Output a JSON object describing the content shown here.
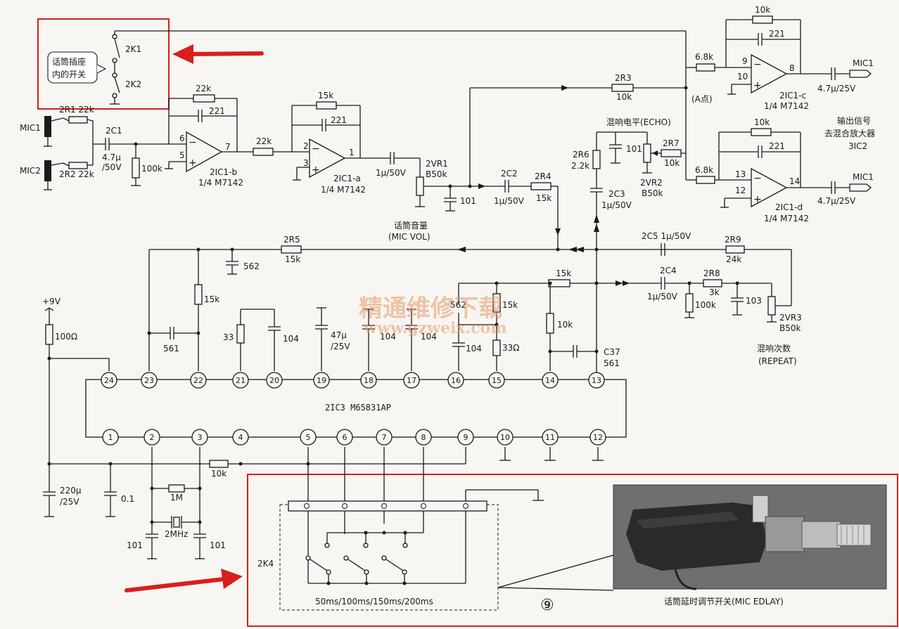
{
  "callout": {
    "text_line1": "话筒插座",
    "text_line2": "内的开关",
    "sw1": "2K1",
    "sw2": "2K2"
  },
  "mic_inputs": {
    "mic1": "MIC1",
    "mic2": "MIC2",
    "r1": "2R1 22k",
    "r2": "2R2 22k",
    "c1": "2C1",
    "c1_val": "4.7μ",
    "c1_val2": "/50V",
    "r_100k": "100k"
  },
  "op_b": {
    "name": "2IC1-b",
    "part": "1/4 M7142",
    "pin_plus": "5",
    "pin_minus": "6",
    "pin_out": "7",
    "r_fb": "22k",
    "c_fb": "221",
    "r_series": "22k"
  },
  "op_a": {
    "name": "2IC1-a",
    "part": "1/4 M7142",
    "pin_plus": "3",
    "pin_minus": "2",
    "pin_out": "1",
    "r_fb": "15k",
    "c_fb": "221"
  },
  "vol": {
    "cap": "1μ/50V",
    "vr": "2VR1",
    "vr_val": "B50k",
    "label": "话筒音量",
    "label_en": "(MIC VOL)",
    "c101": "101",
    "c2": "2C2",
    "c2_val": "1μ/50V",
    "r4": "2R4",
    "r4_val": "15k"
  },
  "echo": {
    "label": "混响电平(ECHO)",
    "c101": "101",
    "r7": "2R7",
    "r7_val": "10k",
    "vr2": "2VR2",
    "vr2_val": "B50k",
    "r6": "2R6",
    "r6_val": "2.2k",
    "c3": "2C3",
    "c3_val": "1μ/50V"
  },
  "out": {
    "r3": "2R3",
    "r3_val": "10k",
    "a_point": "(A点)",
    "r_in1": "6.8k",
    "r_in2": "6.8k",
    "op_c": "2IC1-c",
    "op_d": "2IC1-d",
    "part": "1/4 M7142",
    "fb1": "10k",
    "fb1_c": "221",
    "fb2": "10k",
    "fb2_c": "221",
    "cap": "4.7μ/25V",
    "mic1": "MIC1",
    "mic1b": "MIC1",
    "note1": "输出信号",
    "note2": "去混合放大器",
    "note3": "3IC2",
    "pins_c": [
      "9",
      "10",
      "8"
    ],
    "pins_d": [
      "13",
      "12",
      "14"
    ]
  },
  "feedback": {
    "r5": "2R5",
    "r5_val": "15k",
    "c562": "562",
    "c5": "2C5 1μ/50V",
    "r9": "2R9",
    "r9_val": "24k",
    "r15k": "15k",
    "c4": "2C4",
    "c4_val": "1μ/50V",
    "r8": "2R8",
    "r8_val": "3k",
    "r100k": "100k",
    "c103": "103",
    "vr3": "2VR3",
    "vr3_val": "B50k",
    "repeat": "混响次数",
    "repeat_en": "(REPEAT)"
  },
  "ic3": {
    "name": "2IC3 M65831AP",
    "top_pins": [
      "24",
      "23",
      "22",
      "21",
      "20",
      "19",
      "18",
      "17",
      "16",
      "15",
      "14",
      "13"
    ],
    "bottom_pins": [
      "1",
      "2",
      "3",
      "4",
      "5",
      "6",
      "7",
      "8",
      "9",
      "10",
      "11",
      "12"
    ]
  },
  "ic3_parts": {
    "vcc": "+9V",
    "r100": "100Ω",
    "c561": "561",
    "r15k": "15k",
    "r33": "33",
    "c104a": "104",
    "c47": "47μ",
    "c47b": "/25V",
    "c104b": "104",
    "c104c": "104",
    "c562b": "562",
    "r15k2": "15k",
    "c104d": "104",
    "r33ohm": "33Ω",
    "r10k": "10k",
    "c37": "C37",
    "c37_val": "561",
    "c220": "220μ",
    "c220b": "/25V",
    "c01": "0.1",
    "r1m": "1M",
    "xtal": "2MHz",
    "c101a": "101",
    "c101b": "101",
    "r10k_b": "10k"
  },
  "switch_panel": {
    "name": "2K4",
    "delays": "50ms/100ms/150ms/200ms",
    "figure_no": "⑨",
    "photo_caption": "话筒延时调节开关(MIC EDLAY)"
  },
  "watermark": {
    "cn": "精通维修下载",
    "url": "www.gzweix.com"
  },
  "colors": {
    "annotation": "#d81e1e",
    "ink": "#1a1a1a",
    "watermark": "#e89a6a"
  }
}
